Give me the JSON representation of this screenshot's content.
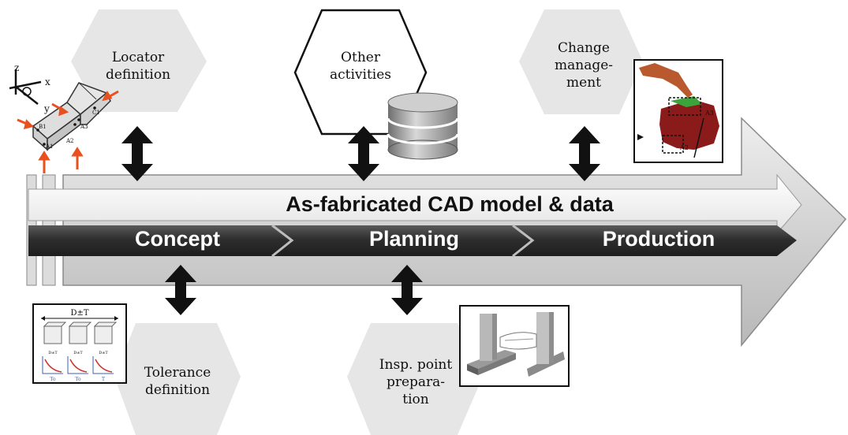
{
  "main_arrow": {
    "title": "As-fabricated CAD model & data"
  },
  "phases": [
    "Concept",
    "Planning",
    "Production"
  ],
  "activities": {
    "locator": [
      "Locator",
      "definition"
    ],
    "other": [
      "Other",
      "activities"
    ],
    "change": [
      "Change",
      "manage-",
      "ment"
    ],
    "tolerance": [
      "Tolerance",
      "definition"
    ],
    "inspection": [
      "Insp. point",
      "prepara-",
      "tion"
    ]
  },
  "locator_figure": {
    "axes": [
      "z",
      "x",
      "y"
    ],
    "points": [
      "C1",
      "B1",
      "A3",
      "A2",
      "A1"
    ]
  },
  "tolerance_figure": {
    "dimension": "D±T",
    "plot_labels": [
      "D±T",
      "D±T",
      "D±T"
    ],
    "axis_labels": [
      "To",
      "To",
      "T"
    ]
  },
  "change_figure": {
    "points": [
      "A3",
      "A2"
    ]
  },
  "colors": {
    "hexagon": "#e6e6e6",
    "band": "#3c3c3c",
    "arrow_body": "#d4d4d4",
    "accent": "#e8501e",
    "part_red": "#8b1a1a",
    "part_green": "#3aa33a"
  },
  "icons": [
    "database-icon",
    "double-arrow-icon"
  ]
}
